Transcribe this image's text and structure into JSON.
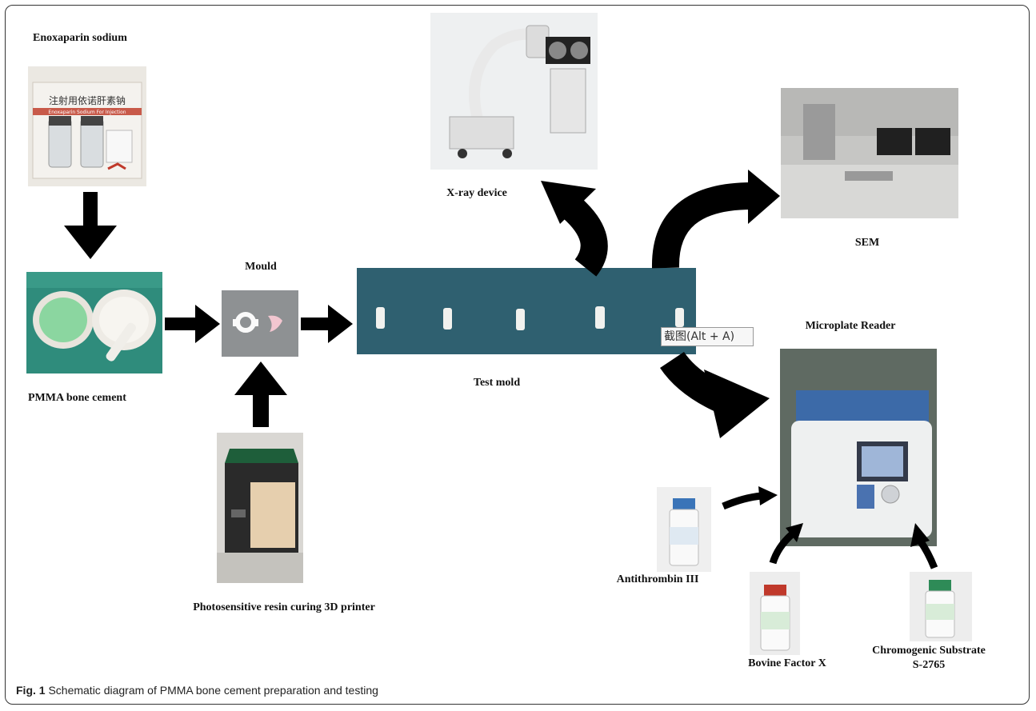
{
  "labels": {
    "enoxaparin": "Enoxaparin sodium",
    "pmma": "PMMA bone cement",
    "mould": "Mould",
    "printer": "Photosensitive resin curing 3D printer",
    "test_mold": "Test mold",
    "xray": "X-ray device",
    "sem": "SEM",
    "reader": "Microplate Reader",
    "antithrombin": "Antithrombin III",
    "bovine": "Bovine Factor X",
    "chromo_line1": "Chromogenic Substrate",
    "chromo_line2": "S-2765"
  },
  "box_text": {
    "enox_cn": "注射用依诺肝素钠",
    "enox_en": "Enoxaparin Sodium For Injection"
  },
  "tooltip": "截图(Alt + A)",
  "caption": {
    "prefix": "Fig. 1",
    "text": " Schematic diagram of PMMA bone cement preparation and testing"
  }
}
